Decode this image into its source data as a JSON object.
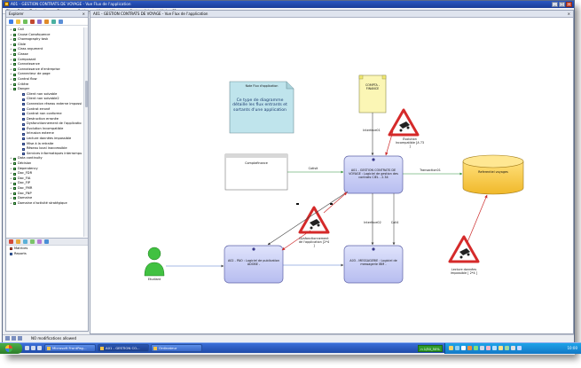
{
  "window": {
    "title": "A01 - GESTION CONTRATS DE VOYAGE - Vue Flux de l'application"
  },
  "menu": [
    "File",
    "Edit",
    "Tools",
    "Item",
    "Diagram",
    "Options",
    "View",
    "Window",
    "System Admin",
    "Help - F1"
  ],
  "explorer": {
    "title": "Explorer",
    "items": [
      {
        "label": "Call",
        "child": false
      },
      {
        "label": "Cause Conséquence",
        "child": false
      },
      {
        "label": "Choreography task",
        "child": false
      },
      {
        "label": "Cible",
        "child": false
      },
      {
        "label": "Class argument",
        "child": false
      },
      {
        "label": "Classe",
        "child": false
      },
      {
        "label": "Composant",
        "child": false
      },
      {
        "label": "Connaissance",
        "child": false
      },
      {
        "label": "Connaissance d'entreprise",
        "child": false
      },
      {
        "label": "Connecteur de page",
        "child": false
      },
      {
        "label": "Control flow",
        "child": false
      },
      {
        "label": "Critère",
        "child": false
      },
      {
        "label": "Danger",
        "child": false,
        "expanded": true
      },
      {
        "label": "Client non solvable",
        "child": true
      },
      {
        "label": "Client non solvable2",
        "child": true
      },
      {
        "label": "Connexion réseau externe impossi",
        "child": true
      },
      {
        "label": "Contrat erroné",
        "child": true
      },
      {
        "label": "Contrat non conforme",
        "child": true
      },
      {
        "label": "Destruction erronée",
        "child": true
      },
      {
        "label": "Dysfonctionnement de l'applicatio",
        "child": true
      },
      {
        "label": "Évolution Incompatible",
        "child": true
      },
      {
        "label": "Intrusion externe",
        "child": true
      },
      {
        "label": "Lecture données impossible",
        "child": true
      },
      {
        "label": "Mise à la retraite",
        "child": true
      },
      {
        "label": "Réseau local inaccessible",
        "child": true
      },
      {
        "label": "Services informatiques interrompu",
        "child": true
      },
      {
        "label": "Data continuity",
        "child": false
      },
      {
        "label": "Décision",
        "child": false
      },
      {
        "label": "Dependency",
        "child": false
      },
      {
        "label": "Doc_FDR",
        "child": false
      },
      {
        "label": "Doc_FIA",
        "child": false
      },
      {
        "label": "Doc_FIP",
        "child": false
      },
      {
        "label": "Doc_FMR",
        "child": false
      },
      {
        "label": "Doc_FNP",
        "child": false
      },
      {
        "label": "Domaine",
        "child": false
      },
      {
        "label": "Domaine d'activité stratégique",
        "child": false
      }
    ],
    "lower": [
      "Matrices",
      "Reports"
    ]
  },
  "canvas": {
    "tab_title": "A01 - GESTION CONTRATS DE VOYAGE - Vue Flux de l'application"
  },
  "diagram": {
    "note_title": "Note Flux d'application",
    "note_text": "Ce type de diagramme détaille les flux entrants et sortants d'une application",
    "compta_finance_top": "COMPTA - FINANCE",
    "compta_finance_box": "Comptafinance",
    "main_app": "A01 - GESTION CONTRATS DE VOYAGE : Logiciel de gestion des contrats CIEL - 2.34",
    "pao_app": "A02 - PAO : Logiciel de publication ADOBE -",
    "messagerie_app": "A03 - MESSAGERIE : Logiciel de messagerie IBM -",
    "database": "Referentiel voyages",
    "actor": "Etudiant",
    "danger_evolution": "Évolution Incompatible [A 73 ]",
    "danger_dysfonction": "Dysfonctionnement de l'application [2*4 ]",
    "danger_lecture": "Lecture données impossible [ 2*4 ]",
    "flow_interface01": "Interface01",
    "flow_cotisit": "Cotisit",
    "flow_transaction01": "Transaction01",
    "flow_interface02": "Interface02",
    "flow_call4": "Call4"
  },
  "status": {
    "text": "NO modifications allowed"
  },
  "taskbar": {
    "tasks": [
      "Microsoft FrontPag...",
      "A01 - GESTION CO...",
      "Ordinateur"
    ],
    "tray_label": "n 1/50_50%",
    "clock": "10:00"
  }
}
